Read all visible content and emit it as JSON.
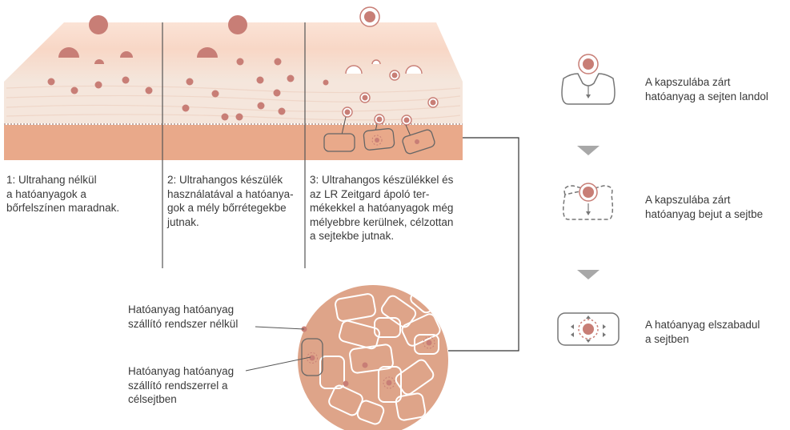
{
  "skin_captions": [
    "1: Ultrahang nélkül\na hatóanyagok a\nbőrfelszínen maradnak.",
    "2: Ultrahangos készülék\nhasználatával a hatóanya-\ngok a mély bőrrétegekbe\njutnak.",
    "3: Ultrahangos készülékkel és\naz LR Zeitgard ápoló ter-\nmékekkel a hatóanyagok még\nmélyebbre kerülnek, célzottan\na sejtekbe jutnak."
  ],
  "cell_labels": {
    "without_carrier": "Hatóanyag hatóanyag\nszállító rendszer nélkül",
    "with_carrier": "Hatóanyag hatóanyag\nszállító rendszerrel a\ncélsejtben"
  },
  "steps": [
    "A kapszulába zárt\nhatóanyag a sejten landol",
    "A kapszulába zárt\nhatóanyag bejut a sejtbe",
    "A hatóanyag elszabadul\na sejtben"
  ],
  "colors": {
    "skin_top": "#f9d9c8",
    "skin_mid": "#f6e8dd",
    "skin_deep": "#e9a98a",
    "particle": "#c87e76",
    "line": "#555555",
    "arrow": "#a8a8a8",
    "cell_fill": "#dea489"
  }
}
